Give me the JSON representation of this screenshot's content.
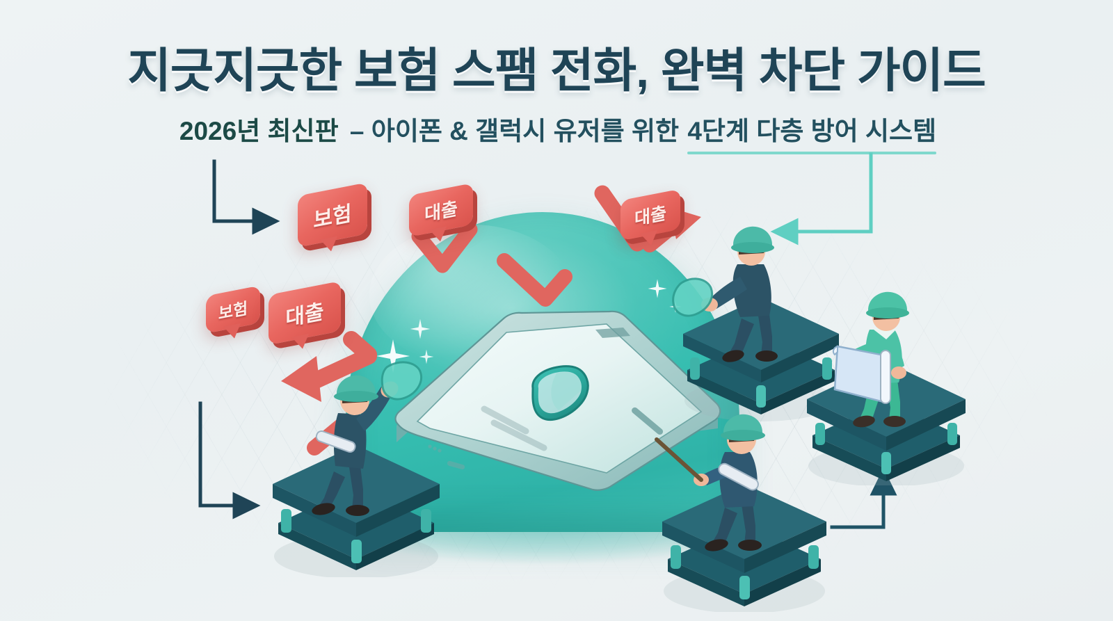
{
  "meta": {
    "kind": "korean-infographic-thumbnail",
    "background_color": "#eef2f3"
  },
  "heading": {
    "title": "지긋지긋한 보험 스팸 전화, 완벽 차단 가이드",
    "title_color": "#1f4456",
    "subtitle_highlight_yellow": "2026년 최신판",
    "subtitle_middle": " – 아이폰 & 갤럭시 유저를 위한 ",
    "subtitle_highlight_teal": "4단계 다층 방어 시스템",
    "highlight_yellow_color": "#f7df86",
    "highlight_teal_color": "#7fd8cd",
    "subtitle_color": "#23505f"
  },
  "spam_bubbles": [
    {
      "id": "bubble-a",
      "label": "보험"
    },
    {
      "id": "bubble-b",
      "label": "대출"
    },
    {
      "id": "bubble-c",
      "label": "보험"
    },
    {
      "id": "bubble-d",
      "label": "대출"
    },
    {
      "id": "bubble-e",
      "label": "대출"
    }
  ],
  "bubble_color": "#e8665f",
  "shield_dome": {
    "name": "protection-dome",
    "color": "#35bdb0"
  },
  "phone": {
    "name": "smartphone",
    "shield_icon": "shield-icon"
  },
  "workers": [
    {
      "id": "worker-left",
      "role": "cleaner-with-cloth",
      "uniform": "#2c4f63",
      "helmet": "#4cb8a6"
    },
    {
      "id": "worker-top-right",
      "role": "cleaner-with-cloth",
      "uniform": "#2c4f63",
      "helmet": "#4cb8a6"
    },
    {
      "id": "worker-bottom-mid",
      "role": "inspector-with-pointer",
      "uniform": "#2f5871",
      "helmet": "#4cb8a6"
    },
    {
      "id": "worker-right",
      "role": "engineer-with-blueprint",
      "uniform": "#4cc2a6",
      "helmet": "#4cc2a6"
    }
  ],
  "platform_color": "#22606e",
  "connectors": [
    {
      "id": "connector-top-left",
      "color": "#1f4456",
      "direction": "right"
    },
    {
      "id": "connector-bottom-left",
      "color": "#1f4456",
      "direction": "right"
    },
    {
      "id": "connector-top-right",
      "color": "#5fcfc2",
      "direction": "left"
    },
    {
      "id": "connector-bottom-right",
      "color": "#1f5366",
      "direction": "up"
    }
  ]
}
